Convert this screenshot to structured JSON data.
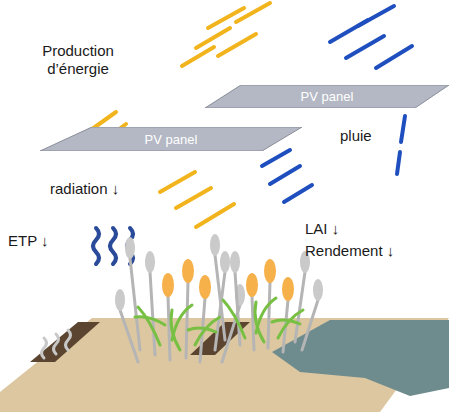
{
  "diagram": {
    "nodes": [
      {
        "text": [
          "PV panel"
        ]
      },
      {
        "text": [
          "PV panel"
        ]
      }
    ],
    "labels": [
      "Production d’énergie",
      "pluie",
      "radiation ↓",
      "LAI ↓",
      "ETP ↓",
      "Rendement ↓"
    ]
  }
}
